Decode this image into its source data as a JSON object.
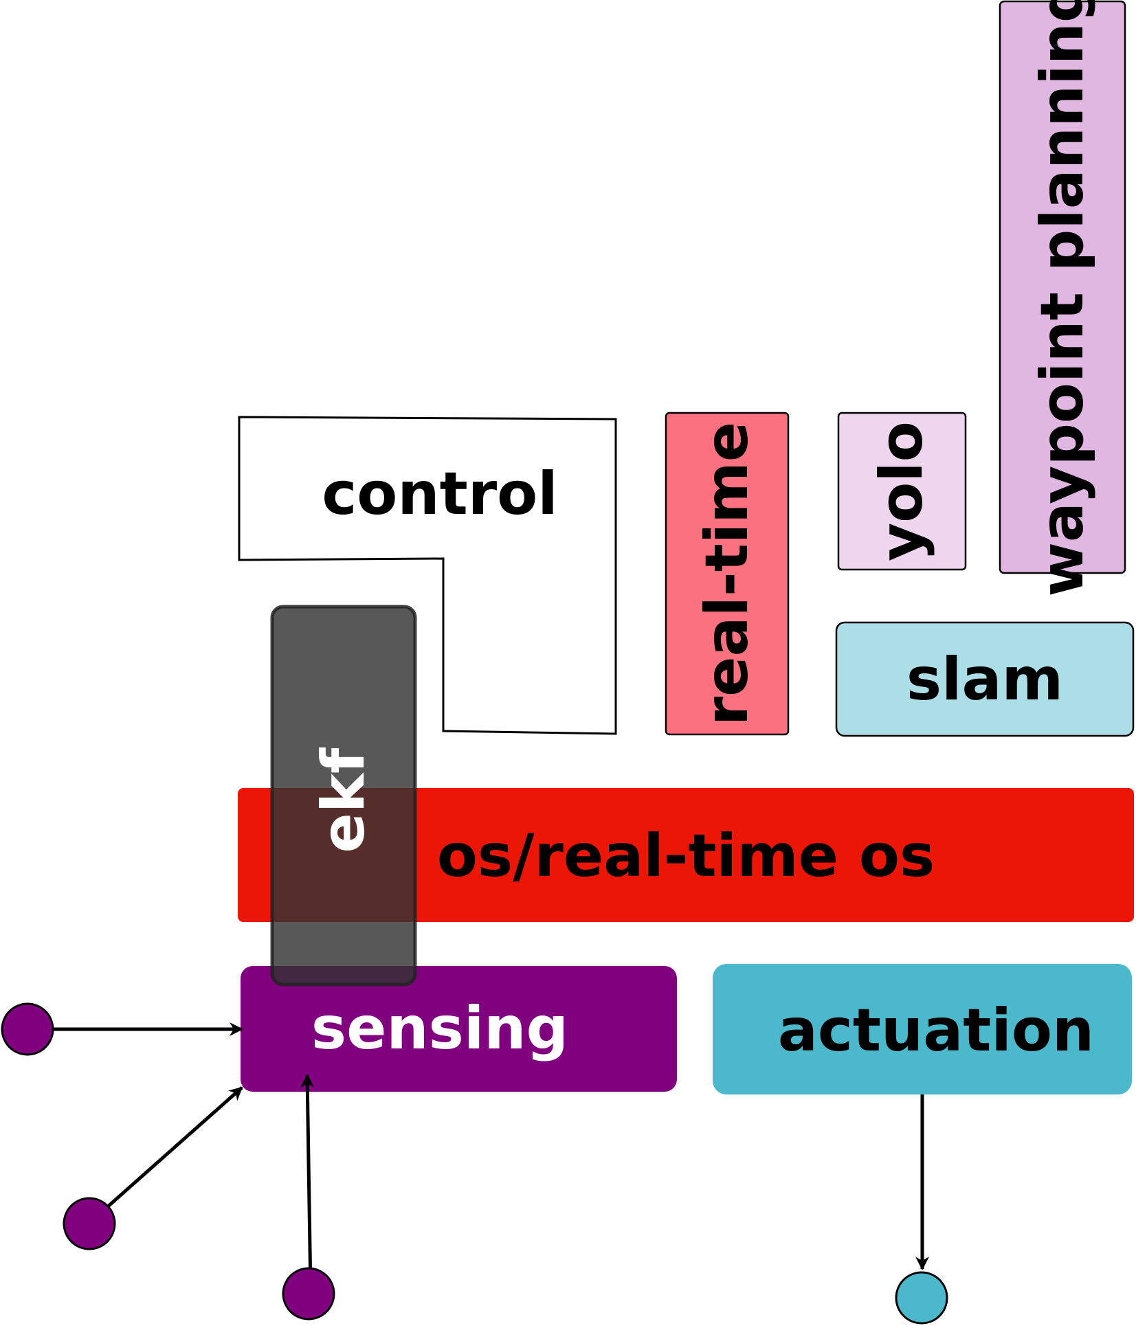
{
  "blocks": {
    "control": {
      "label": "control",
      "fill": "#ffffff",
      "text_color": "#000000"
    },
    "realtime": {
      "label": "real-time",
      "fill": "#fc7180",
      "text_color": "#000000"
    },
    "yolo": {
      "label": "yolo",
      "fill": "#edd6ee",
      "text_color": "#000000"
    },
    "waypoint": {
      "label": "waypoint planning",
      "fill": "#dfb7e0",
      "text_color": "#000000"
    },
    "slam": {
      "label": "slam",
      "fill": "#abdee6",
      "text_color": "#000000"
    },
    "os": {
      "label": "os/real-time os",
      "fill": "#ec1607",
      "text_color": "#000000"
    },
    "ekf": {
      "label": "ekf",
      "fill": "#333333",
      "text_color": "#ffffff"
    },
    "sensing": {
      "label": "sensing",
      "fill": "#800080",
      "text_color": "#ffffff"
    },
    "actuation": {
      "label": "actuation",
      "fill": "#4bb8cb",
      "text_color": "#000000"
    }
  },
  "colors": {
    "sensor_node": "#800080",
    "actuator_node": "#4bb8cb",
    "arrow": "#000000"
  }
}
